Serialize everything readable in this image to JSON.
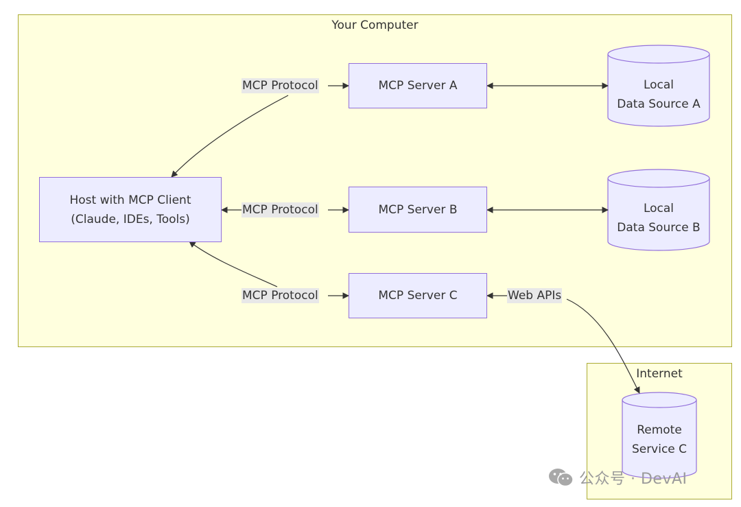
{
  "clusters": {
    "computer": {
      "title": "Your Computer"
    },
    "internet": {
      "title": "Internet"
    }
  },
  "nodes": {
    "host": {
      "line1": "Host with MCP Client",
      "line2": "(Claude, IDEs, Tools)"
    },
    "server_a": {
      "label": "MCP Server A"
    },
    "server_b": {
      "label": "MCP Server B"
    },
    "server_c": {
      "label": "MCP Server C"
    },
    "data_a": {
      "line1": "Local",
      "line2": "Data Source A"
    },
    "data_b": {
      "line1": "Local",
      "line2": "Data Source B"
    },
    "remote_c": {
      "line1": "Remote",
      "line2": "Service C"
    }
  },
  "edges": {
    "protocol_a": "MCP Protocol",
    "protocol_b": "MCP Protocol",
    "protocol_c": "MCP Protocol",
    "web_apis": "Web APIs"
  },
  "watermark": {
    "text": "公众号 · DevAI"
  },
  "colors": {
    "cluster_fill": "#ffffde",
    "cluster_stroke": "#aaaa33",
    "node_fill": "#ececff",
    "node_stroke": "#9370db",
    "edge": "#333333",
    "label_bg": "#e8e8e8"
  }
}
